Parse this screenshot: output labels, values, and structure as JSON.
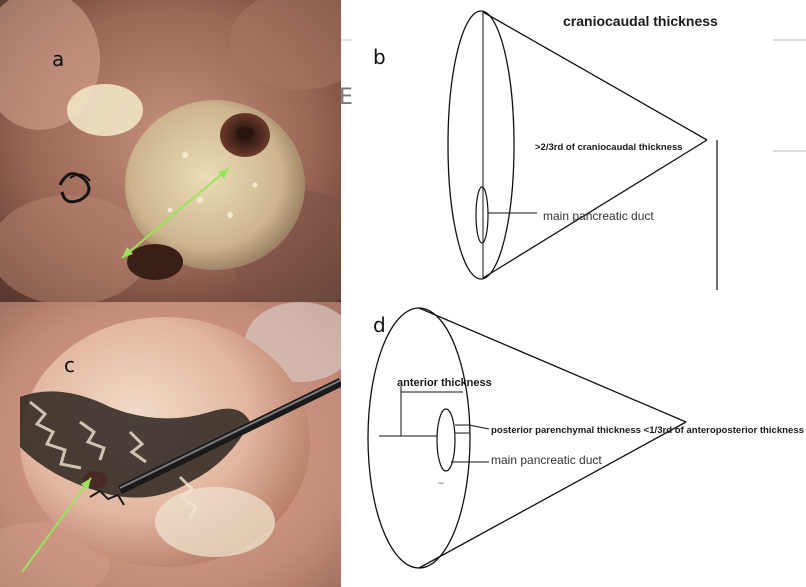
{
  "figure": {
    "panel_a": {
      "letter": "a"
    },
    "panel_b": {
      "letter": "b",
      "title": "craniocaudal thickness",
      "label_thickness": ">2/3rd of craniocaudal thickness",
      "label_duct": "main pancreatic duct"
    },
    "panel_c": {
      "letter": "c"
    },
    "panel_d": {
      "letter": "d",
      "label_anterior": "anterior thickness",
      "label_posterior": "posterior parenchymal thickness <1/3rd of anteroposterior thickness",
      "label_duct": "main pancreatic duct"
    }
  },
  "colors": {
    "arrow": "#9be35a",
    "line": "#111111",
    "tissue_base": "#b07a6a",
    "tissue_light": "#e7d6b0",
    "suture": "#1b1b1b"
  }
}
